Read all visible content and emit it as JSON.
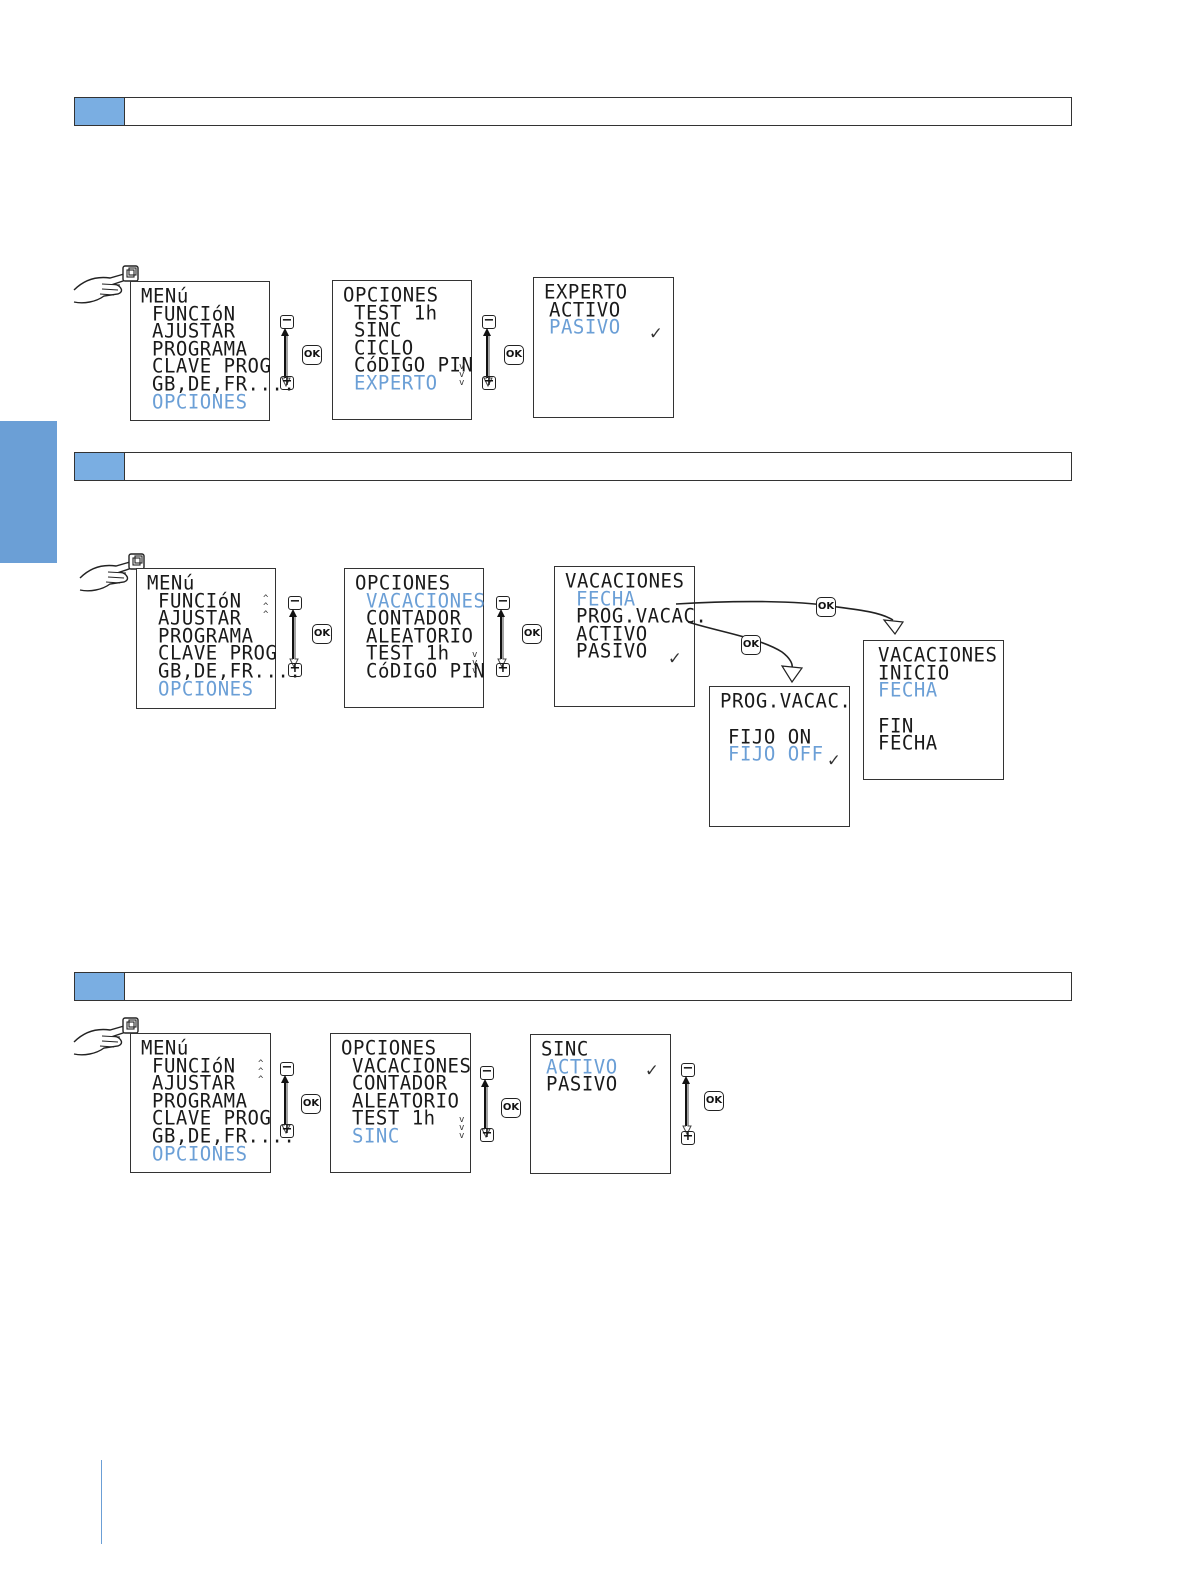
{
  "buttons": {
    "minus": "−",
    "plus": "+",
    "ok": "OK"
  },
  "marks": {
    "check": "✓",
    "scroll_up": "^\n^\n^",
    "scroll_down": "v\nv\nv"
  },
  "icons": {
    "hand": "hand-press-icon",
    "button": "menu-button-icon",
    "arrow": "up-down-arrow-icon"
  },
  "colors": {
    "accent": "#6b9fd6",
    "section_number": "#7aaee2",
    "border": "#333333"
  },
  "section1": {
    "menu": {
      "title": "MENú",
      "items": [
        "FUNCIóN",
        "AJUSTAR",
        "PROGRAMA",
        "CLAVE PROG",
        "GB,DE,FR....",
        "OPCIONES"
      ]
    },
    "options": {
      "title": "OPCIONES",
      "items": [
        "TEST 1h",
        "SINC",
        "CICLO",
        "CóDIGO PIN",
        "EXPERTO"
      ]
    },
    "result": {
      "title": "EXPERTO",
      "items": [
        "ACTIVO",
        "PASIVO"
      ]
    }
  },
  "section2": {
    "menu": {
      "title": "MENú",
      "items": [
        "FUNCIóN",
        "AJUSTAR",
        "PROGRAMA",
        "CLAVE PROG",
        "GB,DE,FR....",
        "OPCIONES"
      ]
    },
    "options": {
      "title": "OPCIONES",
      "items": [
        "VACACIONES",
        "CONTADOR",
        "ALEATORIO",
        "TEST 1h",
        "CóDIGO PIN"
      ]
    },
    "vacaciones": {
      "title": "VACACIONES",
      "items": [
        "FECHA",
        "PROG.VACAC.",
        "ACTIVO",
        "PASIVO"
      ]
    },
    "prog_vacac": {
      "title": "PROG.VACAC.",
      "items": [
        "FIJO ON",
        "FIJO OFF"
      ]
    },
    "fechas": {
      "lines": [
        "VACACIONES",
        "INICIO",
        "FECHA",
        "FIN",
        "FECHA"
      ]
    }
  },
  "section3": {
    "menu": {
      "title": "MENú",
      "items": [
        "FUNCIóN",
        "AJUSTAR",
        "PROGRAMA",
        "CLAVE PROG",
        "GB,DE,FR....",
        "OPCIONES"
      ]
    },
    "options": {
      "title": "OPCIONES",
      "items": [
        "VACACIONES",
        "CONTADOR",
        "ALEATORIO",
        "TEST 1h",
        "SINC"
      ]
    },
    "result": {
      "title": "SINC",
      "items": [
        "ACTIVO",
        "PASIVO"
      ]
    }
  }
}
